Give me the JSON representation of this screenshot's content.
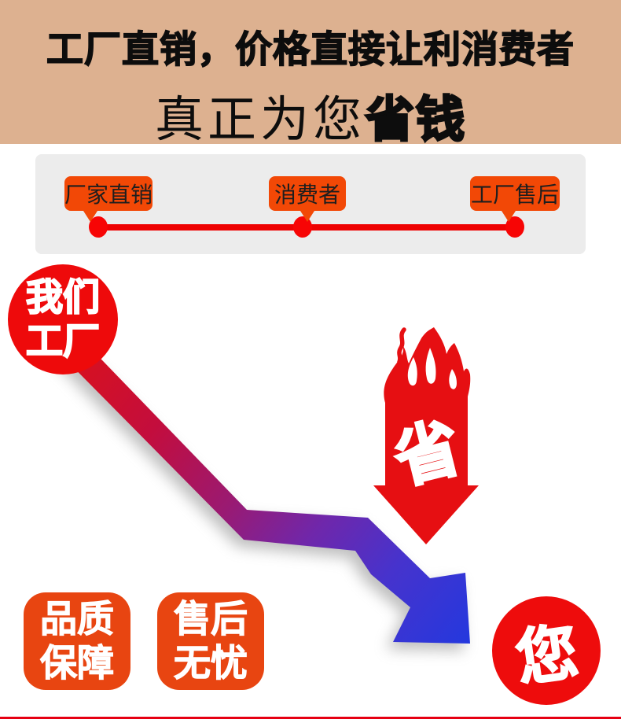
{
  "header": {
    "line1": "工厂直销，价格直接让利消费者",
    "line2_light": "真正为您",
    "line2_bold": "省钱",
    "bg_color": "#ddb190"
  },
  "timeline": {
    "labels": [
      "厂家直销",
      "消费者",
      "工厂售后"
    ],
    "bubble_color": "#f24806",
    "line_color": "#ee0202",
    "bar_bg": "#ececec"
  },
  "factory_circle": {
    "line1": "我们",
    "line2": "工厂",
    "color": "#ee0a0b"
  },
  "save_arrow": {
    "label": "省",
    "color": "#e60f12"
  },
  "badges": [
    {
      "line1": "品质",
      "line2": "保障"
    },
    {
      "line1": "售后",
      "line2": "无忧"
    }
  ],
  "you_circle": {
    "label": "您",
    "color": "#ee0c0c"
  },
  "ribbon": {
    "gradient_start": "#e01313",
    "gradient_mid": "#9a1a72",
    "gradient_end": "#2438de"
  },
  "bottom_line_color": "#e60012"
}
